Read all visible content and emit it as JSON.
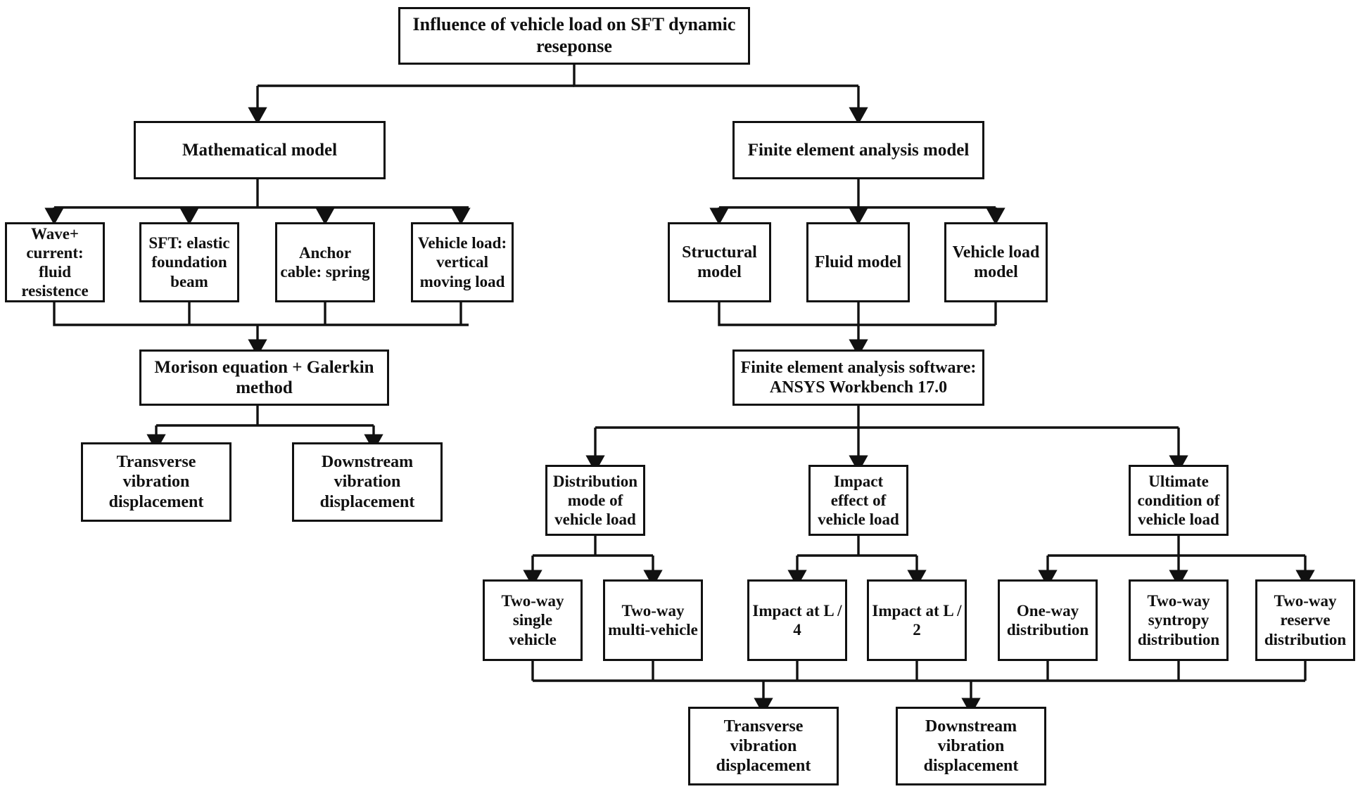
{
  "diagram": {
    "title": "Influence of vehicle load on SFT dynamic reseponse",
    "type": "flowchart",
    "background_color": "#ffffff",
    "line_color": "#111111",
    "text_color": "#101010"
  },
  "nodes": {
    "root": "Influence of vehicle load on SFT dynamic reseponse",
    "math_model": "Mathematical model",
    "fea_model": "Finite element analysis model",
    "math_children": [
      "Wave+ current: fluid resistence",
      "SFT: elastic foundation beam",
      "Anchor cable: spring",
      "Vehicle load: vertical moving load"
    ],
    "morison": "Morison equation + Galerkin method",
    "math_outputs": [
      "Transverse vibration displacement",
      "Downstream vibration displacement"
    ],
    "fea_children": [
      "Structural model",
      "Fluid model",
      "Vehicle load model"
    ],
    "ansys": "Finite element analysis software: ANSYS Workbench 17.0",
    "fea_branches": [
      "Distribution mode of vehicle load",
      "Impact effect of vehicle load",
      "Ultimate condition of vehicle load"
    ],
    "fea_leaves": [
      "Two-way single vehicle",
      "Two-way multi-vehicle",
      "Impact at L / 4",
      "Impact at L / 2",
      "One-way distribution",
      "Two-way syntropy distribution",
      "Two-way reserve distribution"
    ],
    "fea_outputs": [
      "Transverse vibration displacement",
      "Downstream vibration displacement"
    ]
  }
}
